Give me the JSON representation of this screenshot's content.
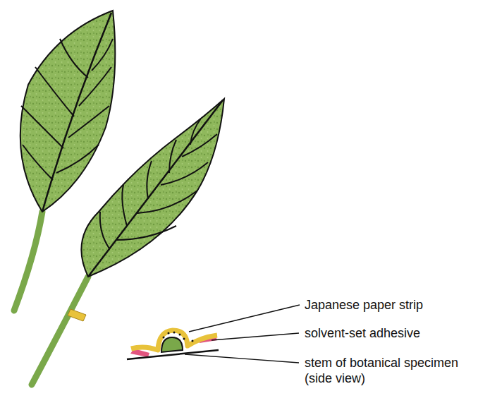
{
  "diagram": {
    "labels": [
      "Japanese paper strip",
      "solvent-set adhesive",
      "stem of botanical specimen (side view)"
    ]
  }
}
